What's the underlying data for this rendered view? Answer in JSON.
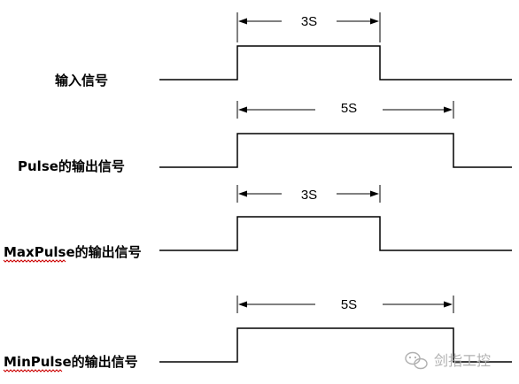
{
  "signals": [
    {
      "label": "输入信号",
      "duration_label": "3S",
      "misspelled": false
    },
    {
      "label": "Pulse的输出信号",
      "duration_label": "5S",
      "misspelled": false
    },
    {
      "label": "MaxPulse的输出信号",
      "duration_label": "3S",
      "misspelled": true
    },
    {
      "label": "MinPulse的输出信号",
      "duration_label": "5S",
      "misspelled": true
    }
  ],
  "watermark": {
    "text": "剑指工控",
    "icon": "wechat-icon"
  }
}
